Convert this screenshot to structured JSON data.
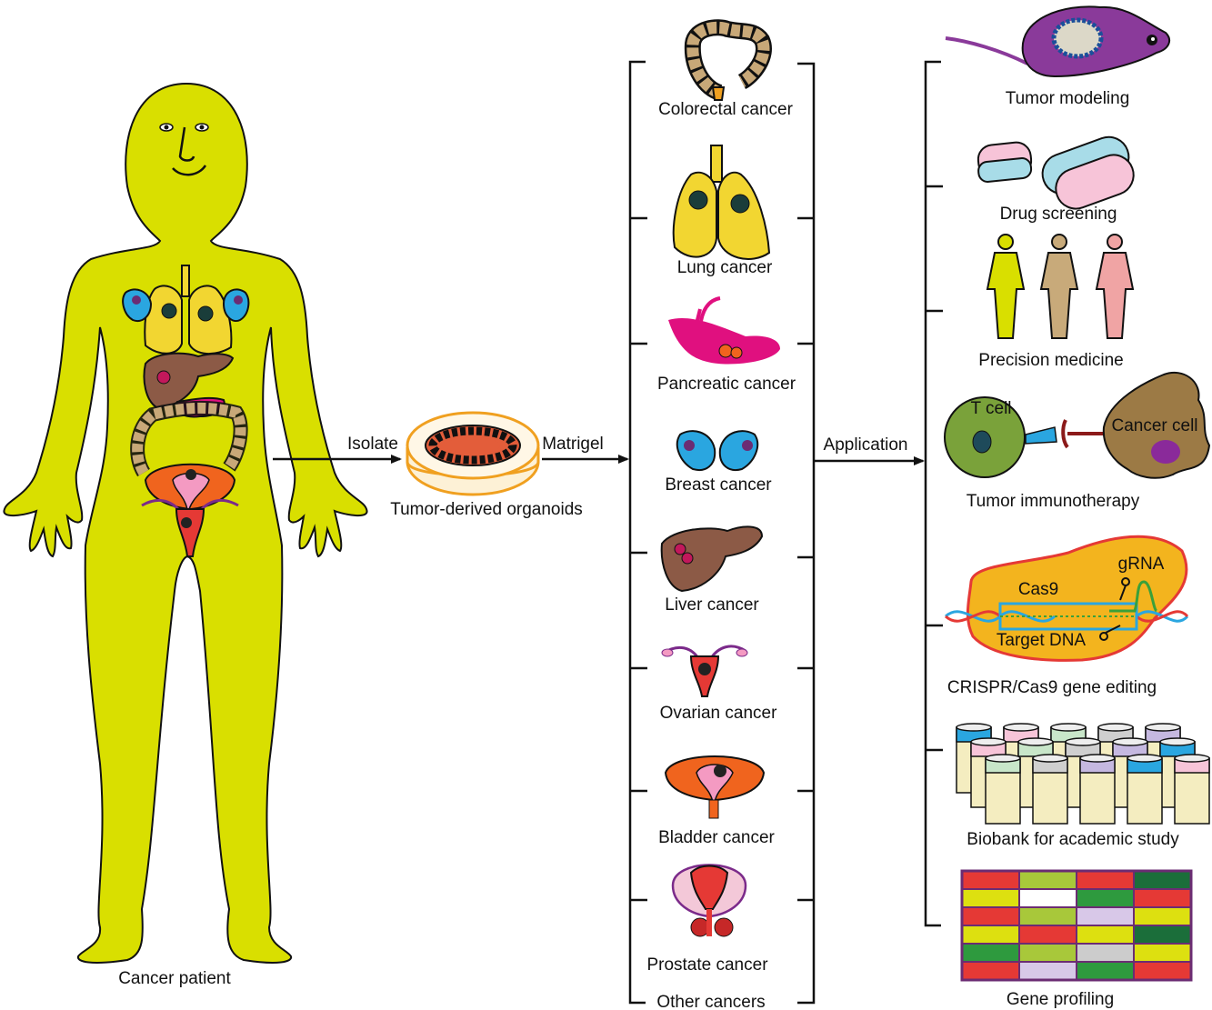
{
  "patient": {
    "label": "Cancer patient"
  },
  "flow": {
    "isolate": "Isolate",
    "organoids": "Tumor-derived organoids",
    "matrigel": "Matrigel",
    "application": "Application"
  },
  "cancers": [
    {
      "name": "Colorectal cancer"
    },
    {
      "name": "Lung cancer"
    },
    {
      "name": "Pancreatic cancer"
    },
    {
      "name": "Breast cancer"
    },
    {
      "name": "Liver cancer"
    },
    {
      "name": "Ovarian cancer"
    },
    {
      "name": "Bladder cancer"
    },
    {
      "name": "Prostate cancer"
    },
    {
      "name": "Other cancers"
    }
  ],
  "applications": [
    {
      "name": "Tumor modeling"
    },
    {
      "name": "Drug screening"
    },
    {
      "name": "Precision medicine"
    },
    {
      "name": "Tumor immunotherapy"
    },
    {
      "name": "CRISPR/Cas9 gene editing"
    },
    {
      "name": "Biobank for academic study"
    },
    {
      "name": "Gene profiling"
    }
  ],
  "immunotherapy": {
    "t_cell": "T cell",
    "cancer_cell": "Cancer cell"
  },
  "crispr": {
    "cas9": "Cas9",
    "grna": "gRNA",
    "target": "Target DNA"
  },
  "colors": {
    "skin": "#d9df00",
    "lung": "#f2d631",
    "liver": "#8c5a46",
    "pancreas": "#e0107f",
    "breast": "#2aa6e0",
    "bladder": "#f0641e",
    "mouse": "#8a3a9a",
    "t_cell": "#7aa23a",
    "cancer_cell": "#9c7a45",
    "crispr_bg": "#f3b41e"
  },
  "gene_profiling_grid": [
    [
      "red",
      "yellowgreen",
      "red",
      "darkgreen"
    ],
    [
      "yellow",
      "white",
      "green",
      "red"
    ],
    [
      "red",
      "yellowgreen",
      "lightpurple",
      "yellow"
    ],
    [
      "yellow",
      "red",
      "yellow",
      "darkgreen"
    ],
    [
      "green",
      "yellowgreen",
      "lightgray",
      "yellow"
    ],
    [
      "red",
      "lightpurple",
      "green",
      "red"
    ]
  ]
}
